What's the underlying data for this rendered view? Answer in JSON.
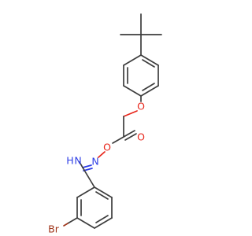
{
  "atoms": {
    "ether_oxygen": "O",
    "carbonyl_oxygen": "O",
    "ester_oxygen": "O",
    "imine_nitrogen": "N",
    "amine_group_h": "H",
    "amine_group_n": "N",
    "bromine": "Br"
  },
  "colors": {
    "bond": "#3d3d3d",
    "oxygen": "#e8261b",
    "nitrogen": "#2e3ee6",
    "bromine": "#a0361b"
  }
}
